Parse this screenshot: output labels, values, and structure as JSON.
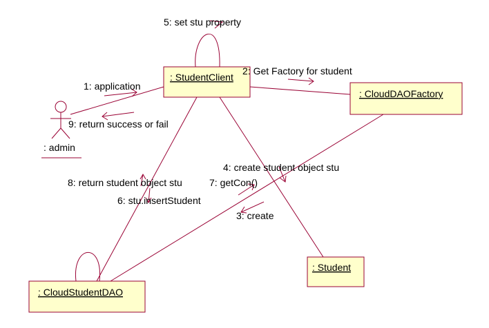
{
  "diagram": {
    "type": "uml-collaboration",
    "objects": {
      "student_client": ": StudentClient",
      "cloud_dao_factory": ": CloudDAOFactory",
      "student": ": Student",
      "cloud_student_dao": ": CloudStudentDAO"
    },
    "actor": ": admin",
    "messages": {
      "m1": "1: application",
      "m2": "2: Get Factory for student",
      "m3": "3: create",
      "m4": "4: create student object stu",
      "m5": "5: set stu property",
      "m6": "6: stu.insertStudent",
      "m7": "7: getCon()",
      "m8": "8: return student object stu",
      "m9": "9: return success or fail"
    },
    "colors": {
      "line": "#990033",
      "box_fill": "#ffffcc"
    }
  }
}
